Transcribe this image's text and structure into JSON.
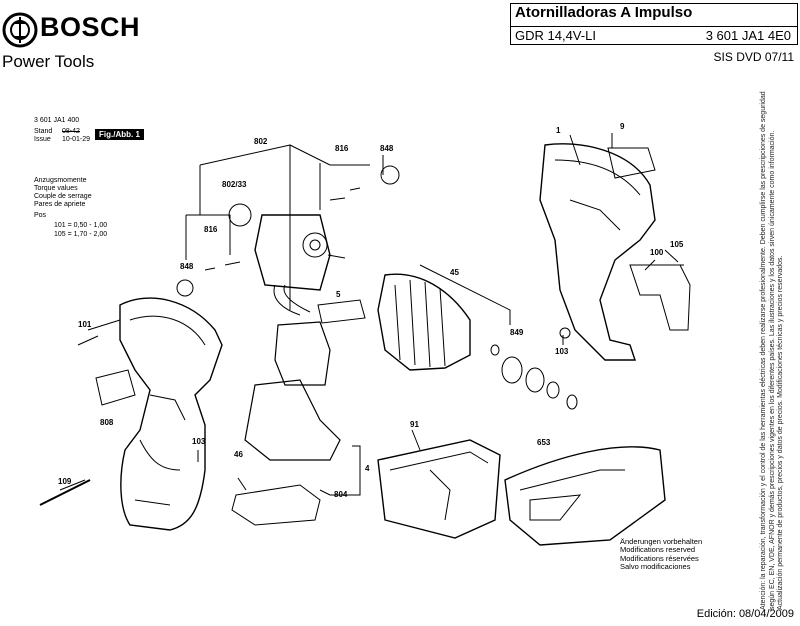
{
  "header": {
    "brand": "BOSCH",
    "tagline": "Power Tools",
    "title": "Atornilladoras A Impulso",
    "model": "GDR 14,4V-LI",
    "part_number": "3 601 JA1 4E0",
    "sis": "SIS DVD 07/11"
  },
  "drawing_info": {
    "number": "3 601 JA1 400",
    "stand_label": "Stand",
    "stand_value": "08-42",
    "issue_label": "Issue",
    "issue_value": "10-01-29",
    "fig_label": "Fig./Abb. 1"
  },
  "torque": {
    "lines": [
      "Anzugsmomente",
      "Torque values",
      "Couple de serrage",
      "Pares de apriete",
      "Pos"
    ],
    "values": [
      "101 = 0,50 - 1,00",
      "105 = 1,70 - 2,00"
    ]
  },
  "parts": [
    "802",
    "802/33",
    "816",
    "848",
    "816",
    "848",
    "1",
    "9",
    "101",
    "5",
    "45",
    "100",
    "105",
    "849",
    "103",
    "808",
    "103",
    "109",
    "46",
    "4",
    "804",
    "91",
    "653"
  ],
  "notes": [
    "Änderungen vorbehalten",
    "Modifications reserved",
    "Modifications réservées",
    "Salvo modificaciones"
  ],
  "edition": "Edición: 08/04/2009",
  "disclaimer": "Atención: la reparación, transformación y el control de las herramientas eléctricas deben realizarse profesionalmente. Deben cumplirse las prescripciones de seguridad según EC, EN, VDE, AFNOR y demás prescripciones vigentes en los diferentes países. Las ilustraciones y los datos sirven únicamente como información. Actualización permanente de productos, precios y datos de precios. Modificaciones técnicas y precios reservados."
}
